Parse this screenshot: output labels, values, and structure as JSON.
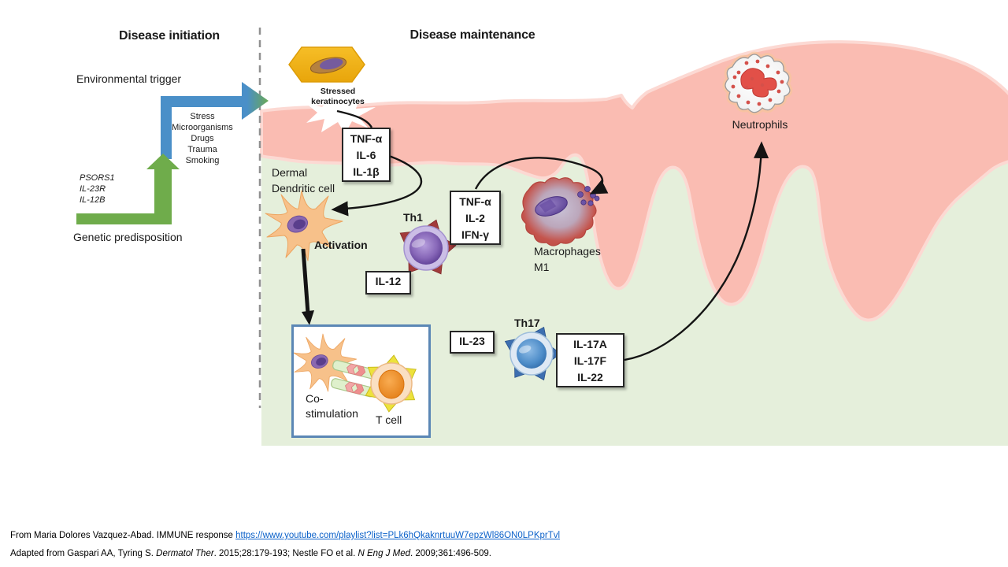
{
  "left_panel": {
    "title": "Disease initiation",
    "environmental_trigger": "Environmental trigger",
    "triggers": [
      "Stress",
      "Microorganisms",
      "Drugs",
      "Trauma",
      "Smoking"
    ],
    "genes": [
      "PSORS1",
      "IL-23R",
      "IL-12B"
    ],
    "genetic_predisposition": "Genetic predisposition"
  },
  "right_panel": {
    "title": "Disease maintenance",
    "stressed_keratinocytes_line1": "Stressed",
    "stressed_keratinocytes_line2": "keratinocytes",
    "dermal_line1": "Dermal",
    "dermal_line2": "Dendritic cell",
    "activation": "Activation",
    "th1": "Th1",
    "th17": "Th17",
    "macrophages_line1": "Macrophages",
    "macrophages_line2": "M1",
    "neutrophils": "Neutrophils",
    "costim_line1": "Co-",
    "costim_line2": "stimulation",
    "tcell": "T cell"
  },
  "boxes": {
    "keratinocyte_cytokines": [
      "TNF-α",
      "IL-6",
      "IL-1β"
    ],
    "th1_cytokines": [
      "TNF-α",
      "IL-2",
      "IFN-γ"
    ],
    "il12": "IL-12",
    "il23": "IL-23",
    "th17_cytokines": [
      "IL-17A",
      "IL-17F",
      "IL-22"
    ]
  },
  "footer": {
    "line1_text": "From Maria Dolores Vazquez-Abad. IMMUNE response ",
    "line1_link": "https://www.youtube.com/playlist?list=PLk6hQkaknrtuuW7epzWl86ON0LPKprTvl",
    "line2_part1": "Adapted from Gaspari AA, Tyring S. ",
    "line2_italic1": "Dermatol Ther",
    "line2_part2": ". 2015;28:179-193;  Nestle FO et al. ",
    "line2_italic2": "N Eng J Med",
    "line2_part3": ". 2009;361:496-509."
  },
  "colors": {
    "epidermis_pink": "#FABCB2",
    "dermis_green": "#E5EFDB",
    "trigger_arrow_blue": "#4A8FC8",
    "genetic_arrow_green": "#6FAC4B",
    "link_blue": "#0B61C9",
    "costim_border_blue": "#5B87B5",
    "keratinocyte_yellow": "#F0AE0E"
  }
}
